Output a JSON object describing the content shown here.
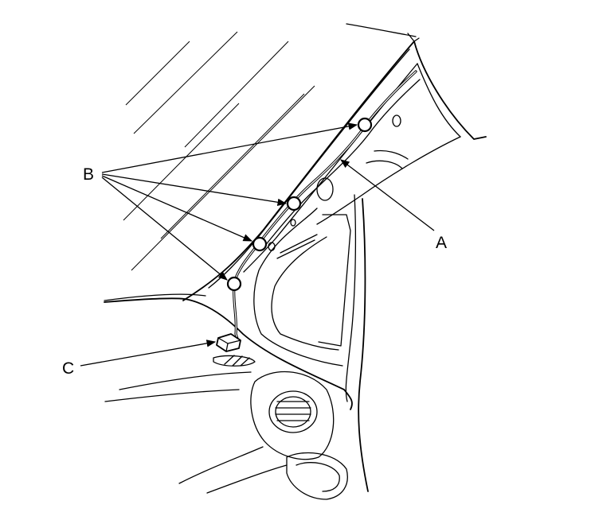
{
  "callouts": {
    "a": "A",
    "b": "B",
    "c": "C"
  },
  "colors": {
    "line": "#000000",
    "background": "#ffffff"
  }
}
